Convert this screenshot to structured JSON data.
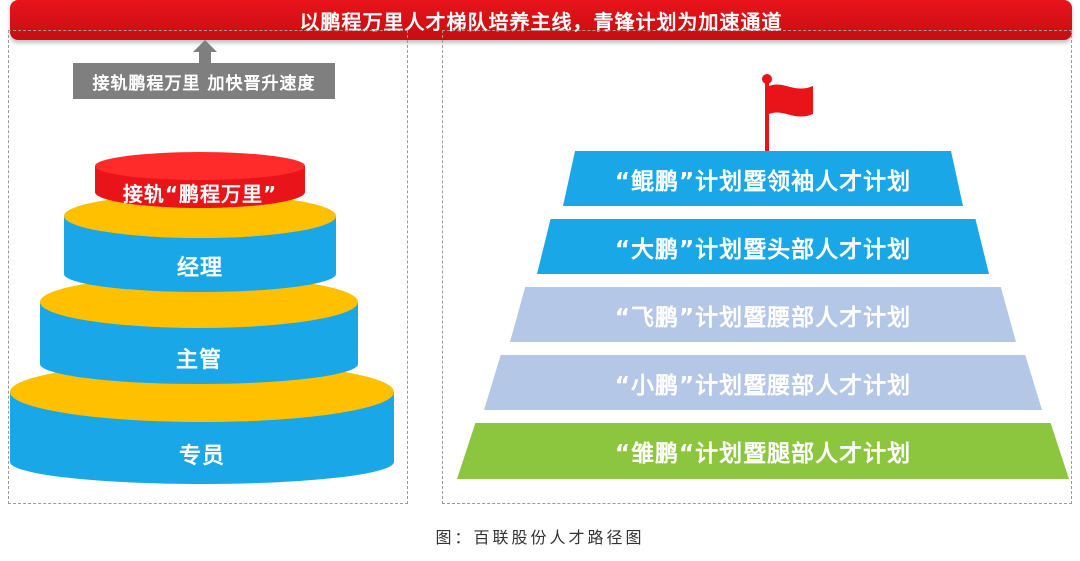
{
  "banner": {
    "title": "以鹏程万里人才梯队培养主线，青锋计划为加速通道"
  },
  "left": {
    "arrow_label": "接轨鹏程万里  加快晋升速度",
    "cake": {
      "top": "接轨“鹏程万里”",
      "layers": [
        "经理",
        "主管",
        "专员"
      ]
    }
  },
  "right": {
    "tiers": [
      "“鲲鹏”计划暨领袖人才计划",
      "“大鹏”计划暨头部人才计划",
      "“飞鹏”计划暨腰部人才计划",
      "“小鹏”计划暨腰部人才计划",
      "“雏鹏“计划暨腿部人才计划"
    ]
  },
  "caption": "图：百联股份人才路径图",
  "colors": {
    "red": "#e8141a",
    "blue": "#1aa7e8",
    "light_blue": "#b4c7e7",
    "green": "#8cc63f",
    "yellow": "#ffc000",
    "gray": "#7f7f7f"
  }
}
